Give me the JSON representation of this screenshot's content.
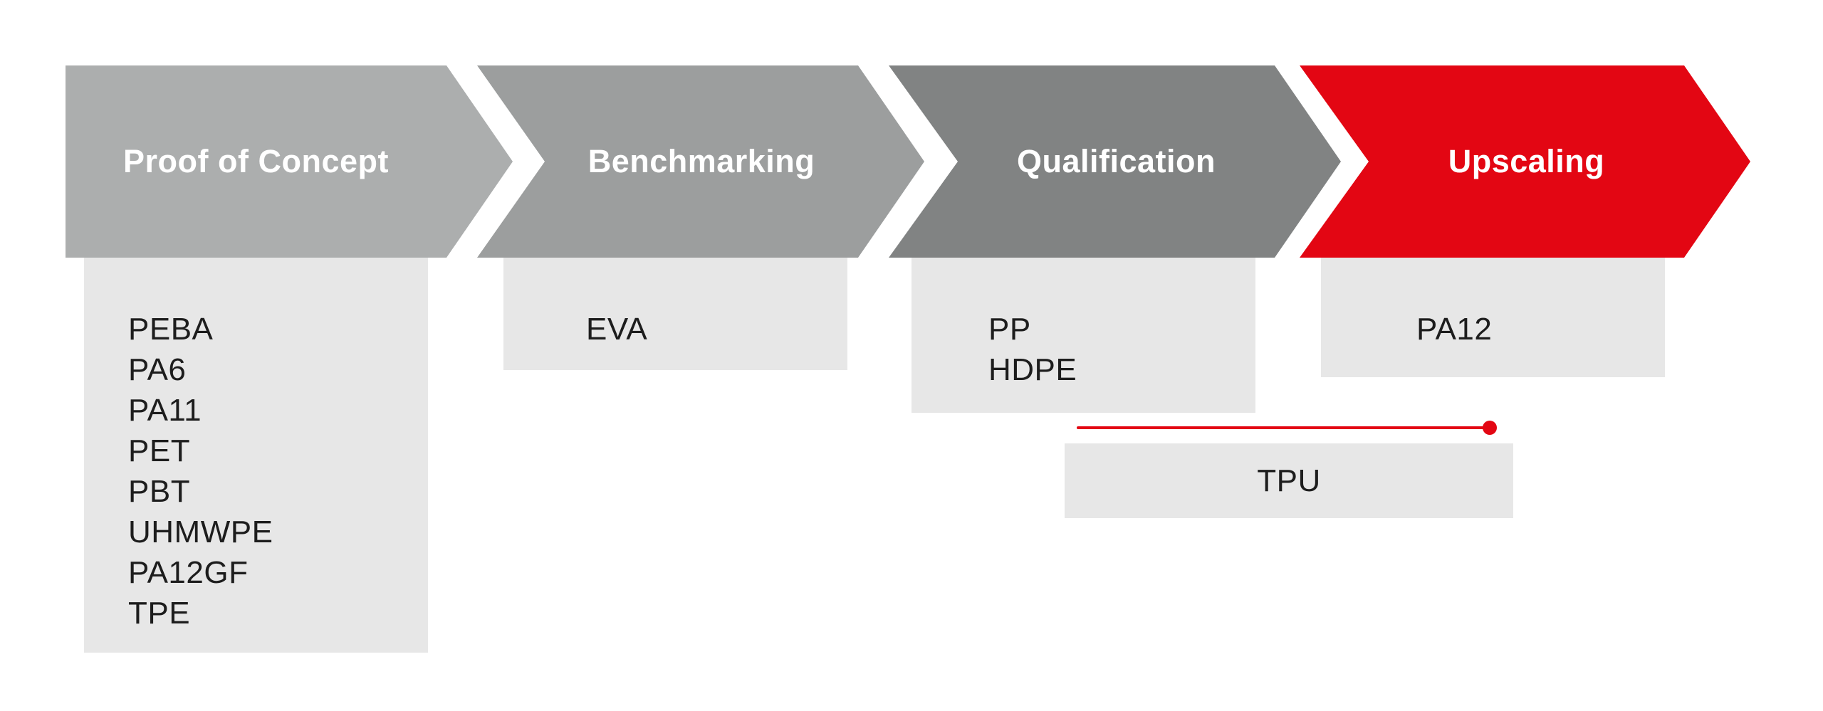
{
  "canvas": {
    "background": "#ffffff"
  },
  "stages": [
    {
      "label": "Proof of Concept",
      "color": "#acaeae",
      "materials": [
        "PEBA",
        "PA6",
        "PA11",
        "PET",
        "PBT",
        "UHMWPE",
        "PA12GF",
        "TPE"
      ]
    },
    {
      "label": "Benchmarking",
      "color": "#9c9e9e",
      "materials": [
        "EVA"
      ]
    },
    {
      "label": "Qualification",
      "color": "#818383",
      "materials": [
        "PP",
        "HDPE"
      ]
    },
    {
      "label": "Upscaling",
      "color": "#e30613",
      "materials": [
        "PA12"
      ]
    }
  ],
  "transition": {
    "label": "TPU",
    "line_color": "#e30613"
  },
  "colors": {
    "box_background": "#e7e7e7",
    "stage_text": "#ffffff",
    "material_text": "#1d1d1d",
    "accent_red": "#e30613"
  }
}
